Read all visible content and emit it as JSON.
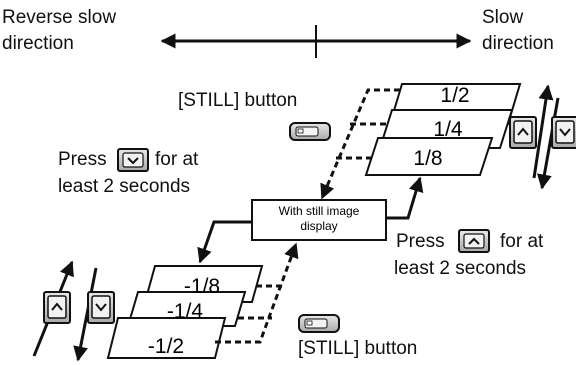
{
  "header": {
    "left_label_line1": "Reverse slow",
    "left_label_line2": "direction",
    "right_label_line1": "Slow",
    "right_label_line2": "direction"
  },
  "forward_speeds": [
    "1/2",
    "1/4",
    "1/8"
  ],
  "reverse_speeds": [
    "-1/8",
    "-1/4",
    "-1/2"
  ],
  "center_box": {
    "line1": "With still image",
    "line2": "display"
  },
  "still_button_label": "[STILL] button",
  "press_down": {
    "prefix": "Press",
    "suffix": "for at",
    "line2": "least 2 seconds",
    "icon": "down-arrow-button"
  },
  "press_up": {
    "prefix": "Press",
    "suffix": "for at",
    "line2": "least 2 seconds",
    "icon": "up-arrow-button"
  },
  "buttons": {
    "up_icon": "chevron-up-icon",
    "down_icon": "chevron-down-icon",
    "still_icon": "still-button-icon"
  }
}
